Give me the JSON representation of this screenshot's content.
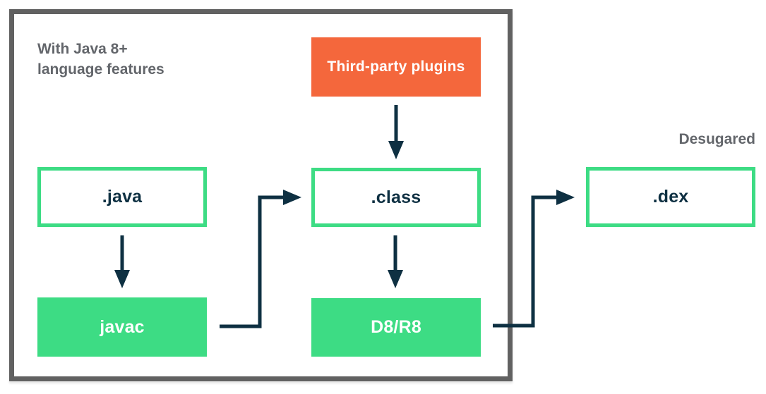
{
  "colors": {
    "green": "#3DDC84",
    "orange": "#F4673C",
    "navy": "#0E3042",
    "gray_border": "#616161",
    "gray_text": "#63666B"
  },
  "labels": {
    "top_left_note": "With Java 8+\nlanguage features",
    "desugared": "Desugared"
  },
  "nodes": {
    "third_party_plugins": {
      "label": "Third-party plugins",
      "type": "filled-orange"
    },
    "java": {
      "label": ".java",
      "type": "outlined"
    },
    "javac": {
      "label": "javac",
      "type": "filled-green"
    },
    "class": {
      "label": ".class",
      "type": "outlined"
    },
    "d8r8": {
      "label": "D8/R8",
      "type": "filled-green"
    },
    "dex": {
      "label": ".dex",
      "type": "outlined"
    }
  },
  "connectors": [
    {
      "name": "plugins-to-class",
      "from": "third_party_plugins",
      "to": "class",
      "shape": "straight-down"
    },
    {
      "name": "java-to-javac",
      "from": "java",
      "to": "javac",
      "shape": "straight-down"
    },
    {
      "name": "javac-to-class",
      "from": "javac",
      "to": "class",
      "shape": "elbow-right-up-right"
    },
    {
      "name": "class-to-d8r8",
      "from": "class",
      "to": "d8r8",
      "shape": "straight-down"
    },
    {
      "name": "d8r8-to-dex",
      "from": "d8r8",
      "to": "dex",
      "shape": "elbow-right-up-right"
    }
  ]
}
